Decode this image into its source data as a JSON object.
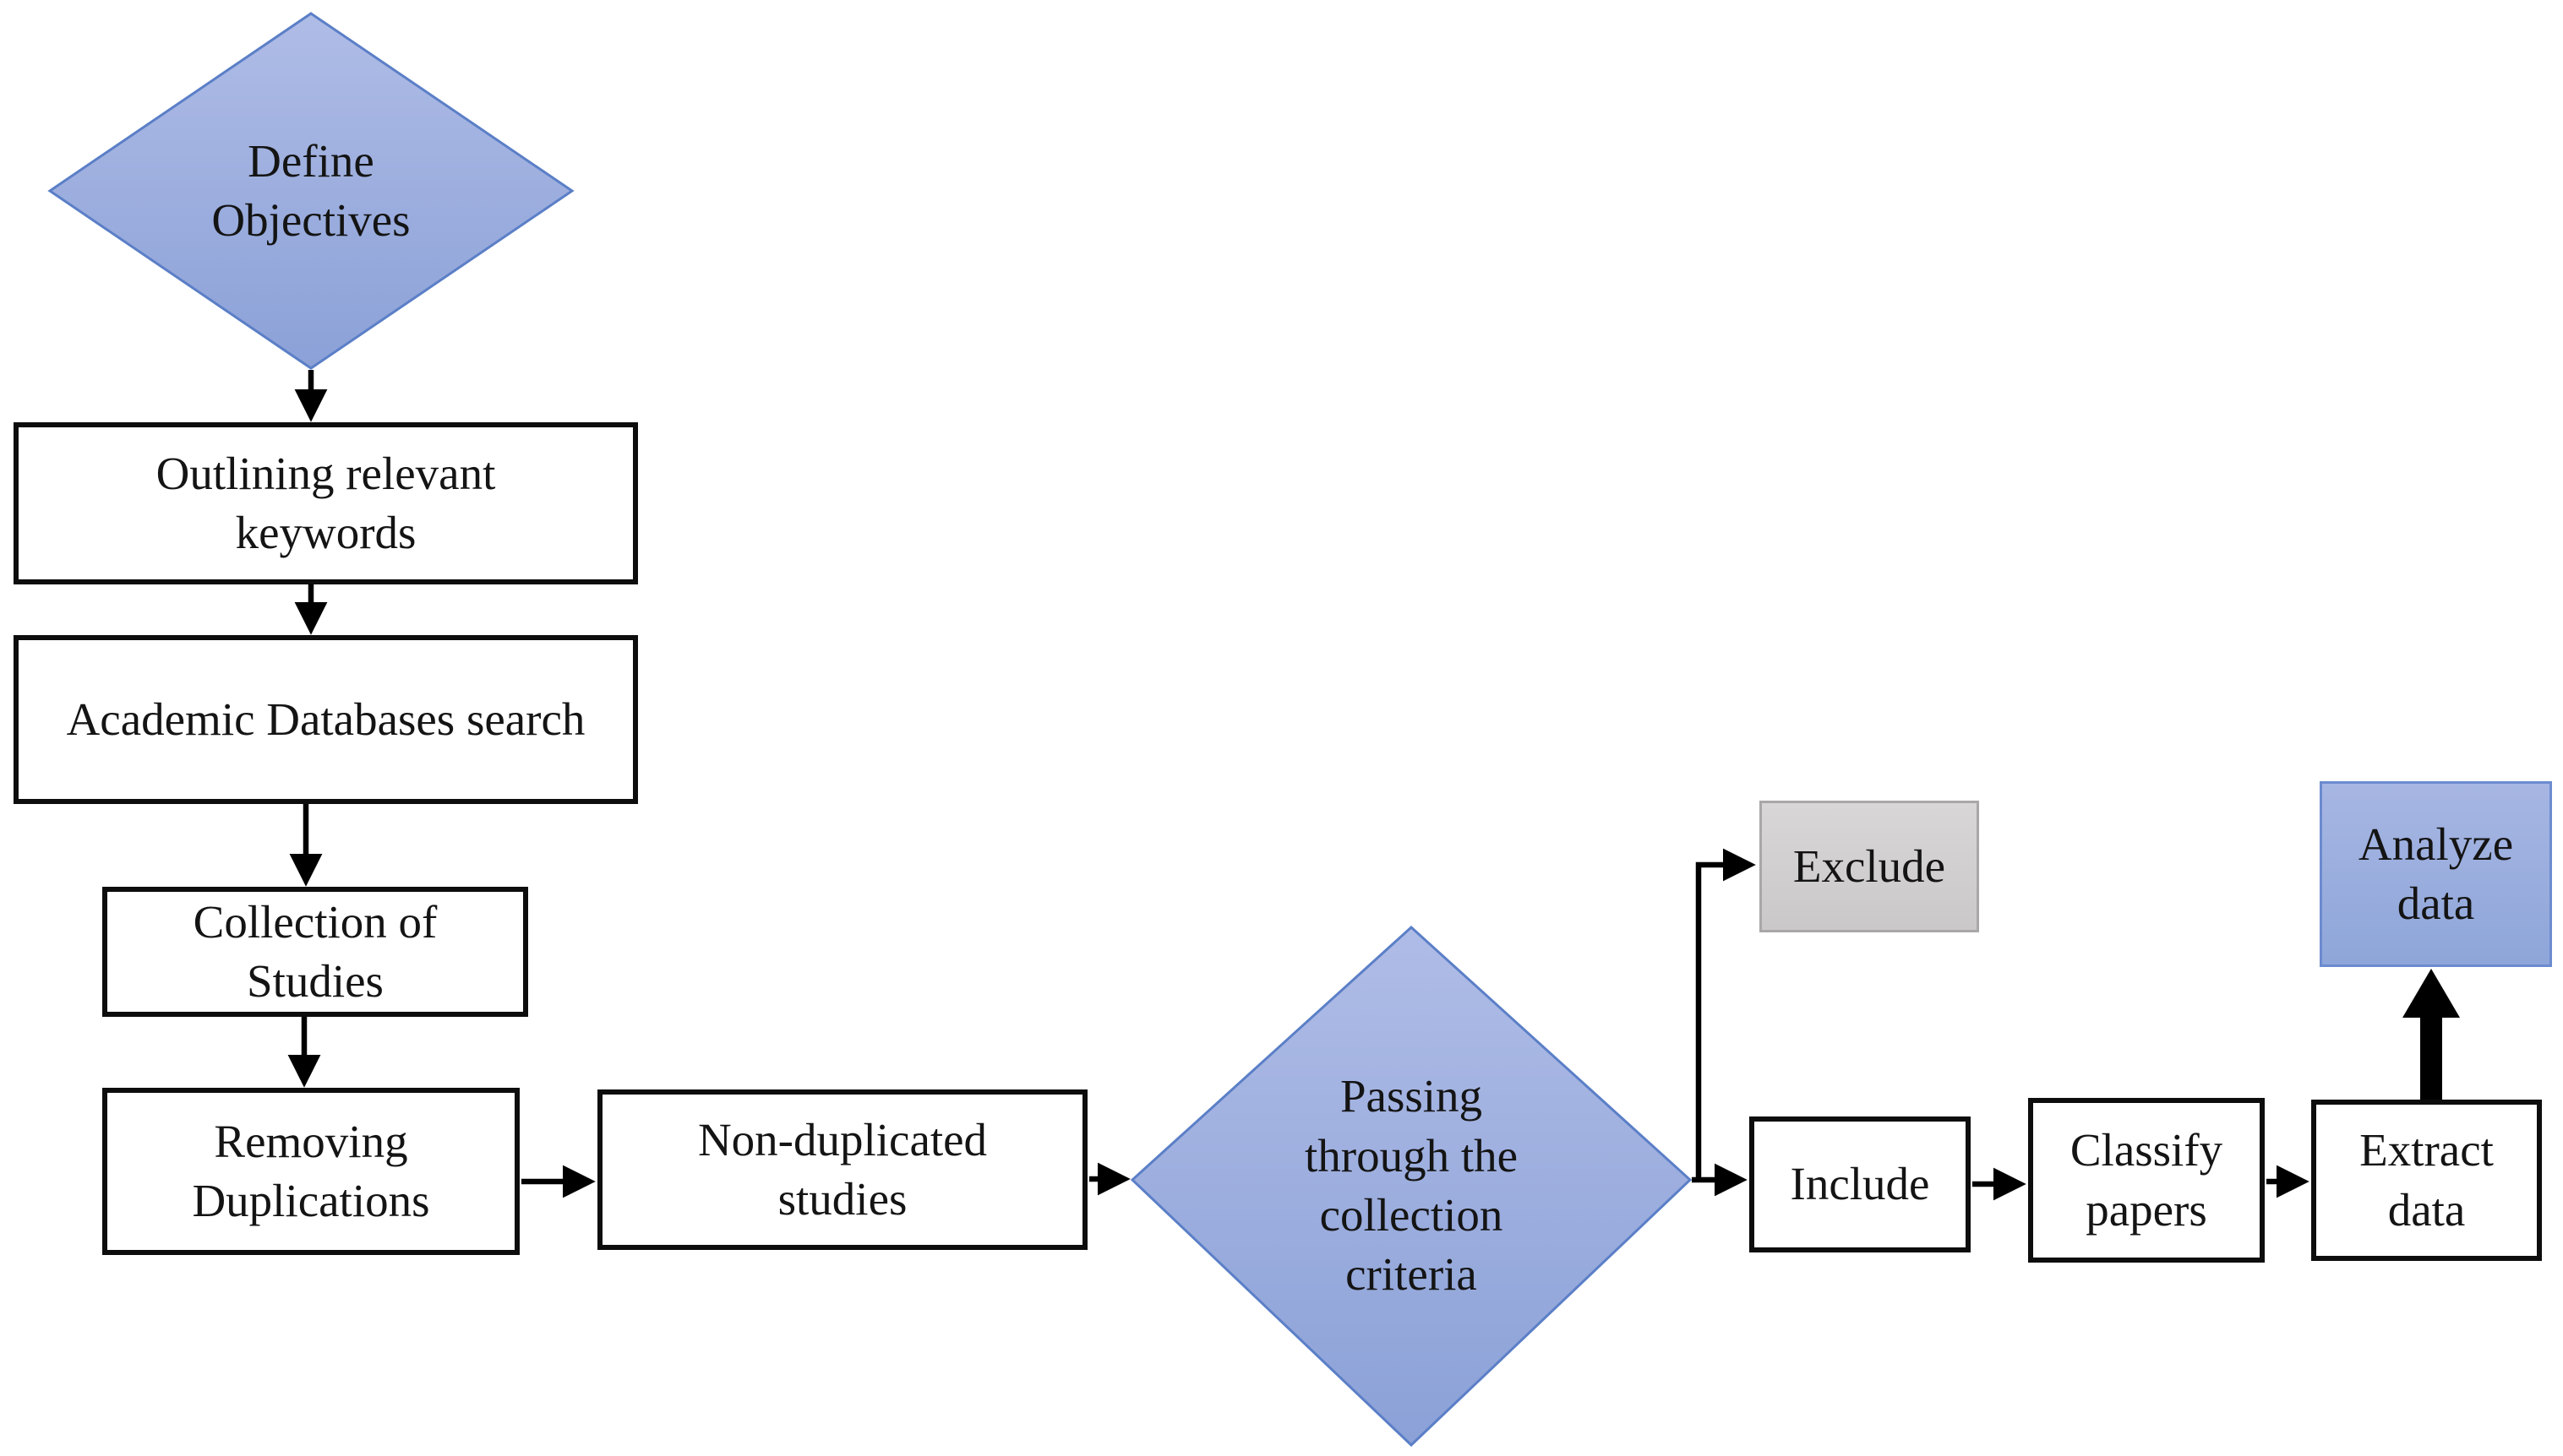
{
  "figure": {
    "type": "flowchart",
    "title": "Systematic review methodology flowchart",
    "nodes": {
      "define_objectives": {
        "label": "Define\nObjectives",
        "shape": "diamond",
        "fill": "blue-gradient"
      },
      "outlining_keywords": {
        "label": "Outlining relevant\nkeywords",
        "shape": "rectangle",
        "fill": "white"
      },
      "academic_search": {
        "label": "Academic Databases search",
        "shape": "rectangle",
        "fill": "white"
      },
      "collection_studies": {
        "label": "Collection of\nStudies",
        "shape": "rectangle",
        "fill": "white"
      },
      "removing_duplications": {
        "label": "Removing\nDuplications",
        "shape": "rectangle",
        "fill": "white"
      },
      "non_duplicated": {
        "label": "Non-duplicated\nstudies",
        "shape": "rectangle",
        "fill": "white"
      },
      "passing_criteria": {
        "label": "Passing\nthrough the\ncollection\ncriteria",
        "shape": "diamond",
        "fill": "blue-gradient"
      },
      "exclude": {
        "label": "Exclude",
        "shape": "rectangle",
        "fill": "gray-gradient"
      },
      "include": {
        "label": "Include",
        "shape": "rectangle",
        "fill": "white"
      },
      "classify_papers": {
        "label": "Classify\npapers",
        "shape": "rectangle",
        "fill": "white"
      },
      "extract_data": {
        "label": "Extract\ndata",
        "shape": "rectangle",
        "fill": "white"
      },
      "analyze_data": {
        "label": "Analyze\ndata",
        "shape": "rectangle",
        "fill": "blue-gradient"
      }
    },
    "edges": [
      {
        "from": "define_objectives",
        "to": "outlining_keywords",
        "style": "thin-arrow"
      },
      {
        "from": "outlining_keywords",
        "to": "academic_search",
        "style": "thin-arrow"
      },
      {
        "from": "academic_search",
        "to": "collection_studies",
        "style": "thin-arrow"
      },
      {
        "from": "collection_studies",
        "to": "removing_duplications",
        "style": "thin-arrow"
      },
      {
        "from": "removing_duplications",
        "to": "non_duplicated",
        "style": "thin-arrow"
      },
      {
        "from": "non_duplicated",
        "to": "passing_criteria",
        "style": "thin-arrow"
      },
      {
        "from": "passing_criteria",
        "to": "exclude",
        "style": "thin-elbow-arrow"
      },
      {
        "from": "passing_criteria",
        "to": "include",
        "style": "thin-arrow"
      },
      {
        "from": "include",
        "to": "classify_papers",
        "style": "thin-arrow"
      },
      {
        "from": "classify_papers",
        "to": "extract_data",
        "style": "thin-arrow"
      },
      {
        "from": "extract_data",
        "to": "analyze_data",
        "style": "thick-arrow"
      }
    ],
    "colors": {
      "diamond_fill_top": "#afbce6",
      "diamond_fill_bottom": "#8ba1d7",
      "diamond_border": "#5b7fc7",
      "blue_box_fill_top": "#a7b6e3",
      "blue_box_fill_bottom": "#8ea6d9",
      "blue_box_border": "#6c8bd0",
      "gray_box_fill_top": "#d8d6d6",
      "gray_box_fill_bottom": "#cac8c8",
      "gray_box_border": "#a9a7a7",
      "white_box_border": "#0d0d0d",
      "arrow_color": "#000000",
      "background": "#ffffff"
    }
  }
}
